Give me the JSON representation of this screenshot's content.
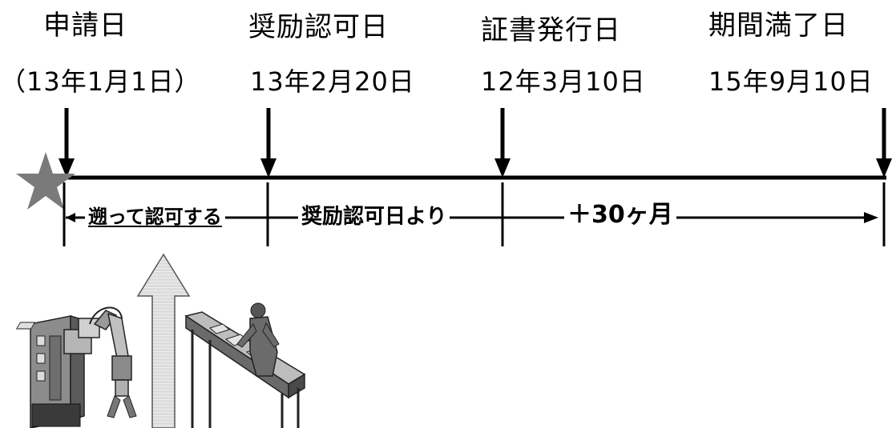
{
  "milestones": [
    {
      "title": "申請日",
      "date": "（13年1月1日）"
    },
    {
      "title": "奨励認可日",
      "date": "13年2月20日"
    },
    {
      "title": "証書発行日",
      "date": "12年3月10日"
    },
    {
      "title": "期間満了日",
      "date": "15年9月10日"
    }
  ],
  "segments": {
    "retroactive": "遡って認可する",
    "from_approval": "奨励認可日より",
    "duration": "＋30ヶ月"
  },
  "colors": {
    "line": "#000000",
    "star": "#7a7a7a",
    "up_arrow_fill": "#d9d9d9"
  },
  "icons": [
    "star-icon",
    "factory-robot-arm-icon",
    "up-arrow-icon",
    "conveyor-worker-icon"
  ]
}
